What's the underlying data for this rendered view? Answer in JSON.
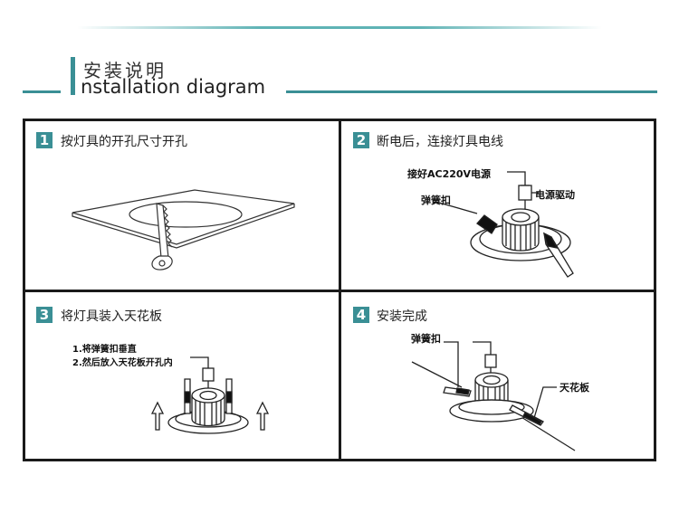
{
  "header": {
    "title_cn": "安装说明",
    "title_en": "nstallation diagram",
    "accent_color": "#3a8f95"
  },
  "steps": [
    {
      "number": "1",
      "title": "按灯具的开孔尺寸开孔"
    },
    {
      "number": "2",
      "title": "断电后，连接灯具电线",
      "labels": {
        "power": "接好AC220V电源",
        "spring": "弹簧扣",
        "driver": "电源驱动"
      }
    },
    {
      "number": "3",
      "title": "将灯具装入天花板",
      "labels": {
        "line1": "1.将弹簧扣垂直",
        "line2": "2.然后放入天花板开孔内"
      }
    },
    {
      "number": "4",
      "title": "安装完成",
      "labels": {
        "spring": "弹簧扣",
        "ceiling": "天花板"
      }
    }
  ]
}
